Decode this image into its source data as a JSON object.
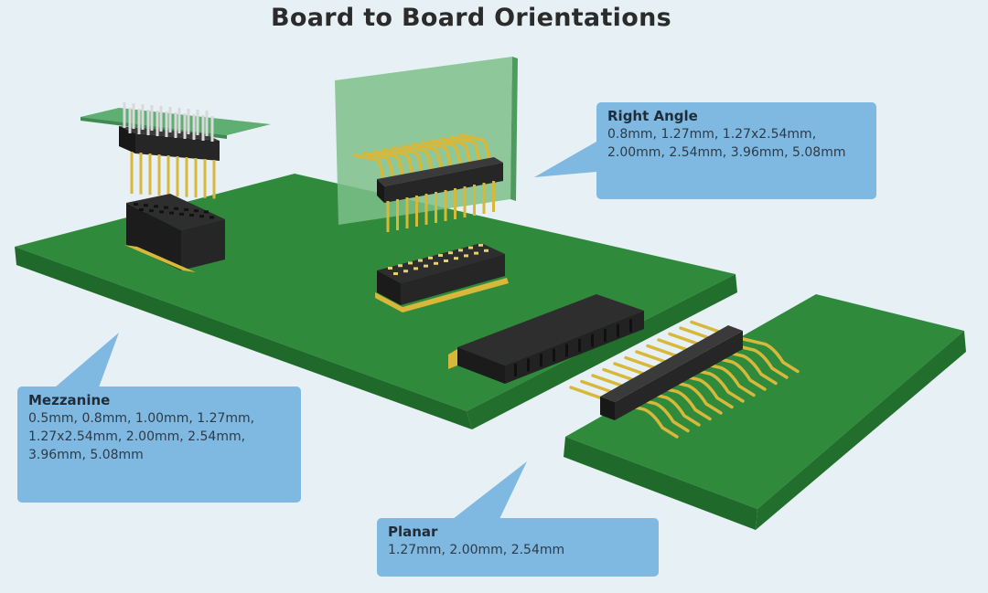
{
  "title": "Board to Board Orientations",
  "colors": {
    "background": "#e7f1f5",
    "board_green": "#2f8a3c",
    "board_edge": "#1e6427",
    "callout_blue": "#7fb8e0",
    "connector_black": "#222222",
    "pin_gold": "#d8b83a"
  },
  "callouts": {
    "right_angle": {
      "name": "Right Angle",
      "sizes": "0.8mm, 1.27mm, 1.27x2.54mm, 2.00mm, 2.54mm, 3.96mm, 5.08mm"
    },
    "mezzanine": {
      "name": "Mezzanine",
      "sizes": "0.5mm, 0.8mm, 1.00mm, 1.27mm, 1.27x2.54mm, 2.00mm, 2.54mm, 3.96mm, 5.08mm"
    },
    "planar": {
      "name": "Planar",
      "sizes": "1.27mm, 2.00mm, 2.54mm"
    }
  }
}
